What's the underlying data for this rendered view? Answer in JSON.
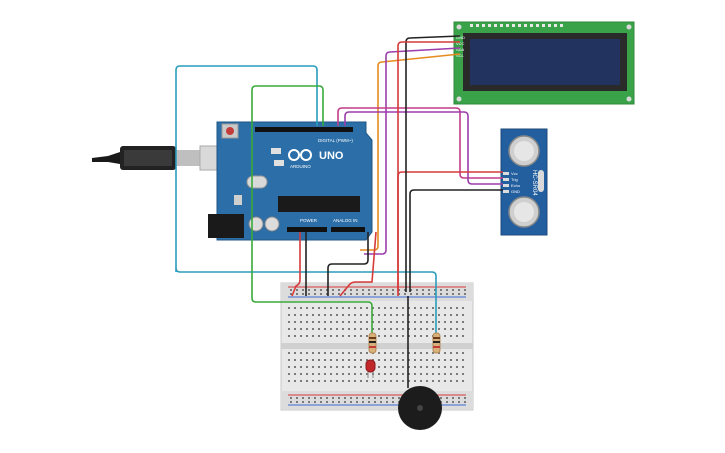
{
  "arduino": {
    "board_label": "UNO",
    "brand_label": "ARDUINO",
    "digital_header_label": "DIGITAL (PWM~)",
    "power_label": "POWER",
    "analog_label": "ANALOG IN",
    "body_color": "#2b6ea8"
  },
  "lcd": {
    "pin_labels": [
      "GND",
      "VCC",
      "SDA",
      "SCL"
    ],
    "screen_color": "#22335f",
    "board_color": "#3aa34a"
  },
  "ultrasonic": {
    "model_label": "HC-SR04",
    "pin_labels": [
      "Vcc",
      "Trig",
      "Echo",
      "GND"
    ],
    "board_color": "#235f9e"
  },
  "wire_colors": {
    "blue": "#2a9dbb",
    "green": "#3aaa3a",
    "orange": "#e58b1f",
    "purple": "#9b3dab",
    "magenta": "#c23c8a",
    "red": "#d63a3a",
    "black": "#222222"
  },
  "components": {
    "led_color": "#c0282a",
    "resistor_color": "#d9b07a",
    "buzzer_color": "#1c1c1c"
  }
}
